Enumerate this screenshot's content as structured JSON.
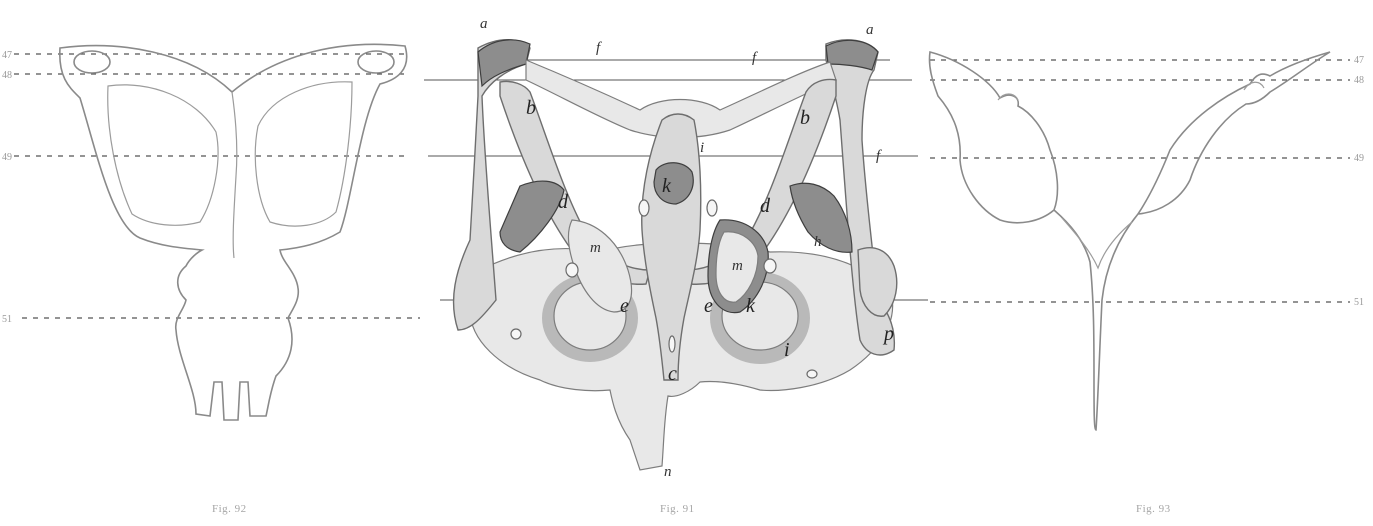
{
  "figures": {
    "fig92": {
      "caption": "Fig. 92"
    },
    "fig91": {
      "caption": "Fig. 91"
    },
    "fig93": {
      "caption": "Fig. 93"
    }
  },
  "level_numbers": {
    "left_47": "47",
    "left_48": "48",
    "left_49": "49",
    "left_51": "51",
    "right_47": "47",
    "right_48": "48",
    "right_49": "49",
    "right_51": "51"
  },
  "labels": {
    "a_left": "a",
    "a_right": "a",
    "f_left": "f",
    "f_mid": "f",
    "f_right": "f",
    "b_left": "b",
    "b_right": "b",
    "i_top": "i",
    "i_bottom": "i",
    "d_left": "d",
    "d_right": "d",
    "k_top": "k",
    "k_bottom": "k",
    "h": "h",
    "m_left": "m",
    "m_right": "m",
    "e_left": "e",
    "e_right": "e",
    "p": "p",
    "c": "c",
    "n": "n"
  }
}
